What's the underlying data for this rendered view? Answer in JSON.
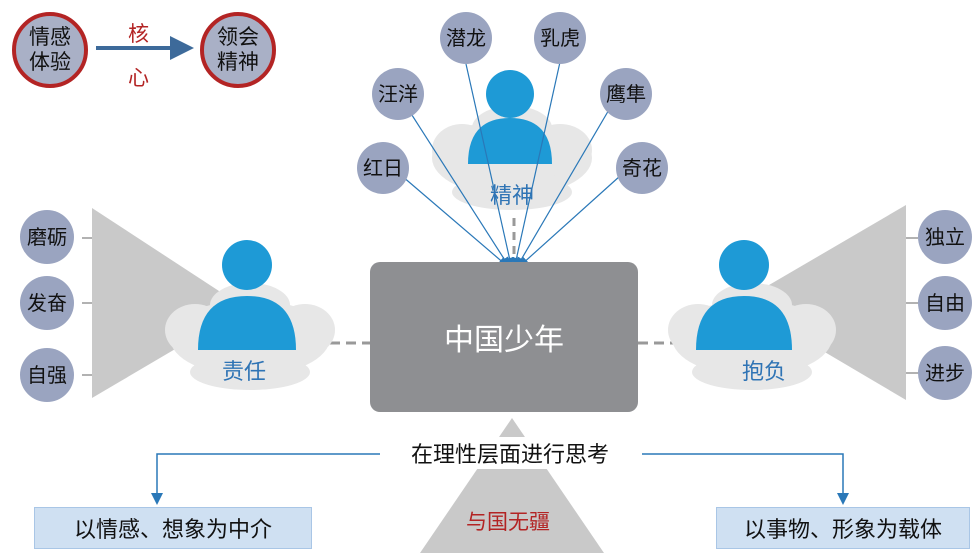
{
  "legend": {
    "left_circle": "情感\n体验",
    "right_circle": "领会\n精神",
    "arrow_top": "核",
    "arrow_bottom": "心"
  },
  "top": {
    "label": "精神",
    "circles": [
      "红日",
      "汪洋",
      "潜龙",
      "乳虎",
      "鹰隼",
      "奇花"
    ]
  },
  "left": {
    "label": "责任",
    "circles": [
      "磨砺",
      "发奋",
      "自强"
    ]
  },
  "right": {
    "label": "抱负",
    "circles": [
      "独立",
      "自由",
      "进步"
    ]
  },
  "center": {
    "label": "中国少年"
  },
  "bottom": {
    "think_label": "在理性层面进行思考",
    "left_box": "以情感、想象为中介",
    "right_box": "以事物、形象为载体",
    "triangle_label": "与国无疆"
  },
  "colors": {
    "person": "#1e9ad6",
    "accent_red": "#b32424",
    "label_blue": "#2f74b5",
    "box_gray": "#8e8f92"
  }
}
